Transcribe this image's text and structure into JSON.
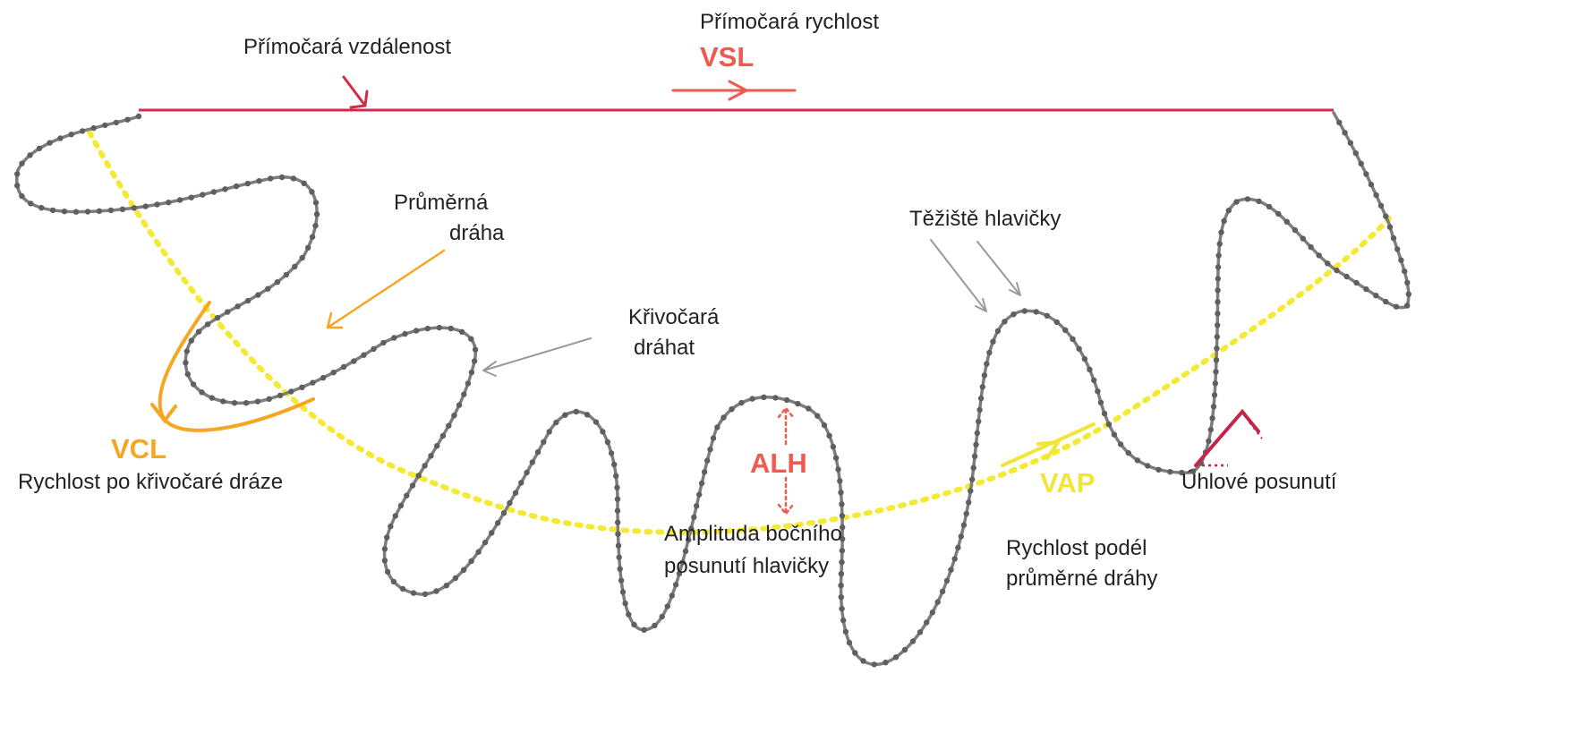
{
  "labels": {
    "vsl_name": "Přímočará vzdálenost",
    "vsl_speed": "Přímočará rychlost",
    "vsl_abbr": "VSL",
    "avg_path_1": "Průměrná",
    "avg_path_2": "dráha",
    "curvi_path_1": "Křivočará",
    "curvi_path_2": "dráhat",
    "head_centroid": "Těžiště hlavičky",
    "vcl_abbr": "VCL",
    "vcl_desc": "Rychlost po křivočaré dráze",
    "alh_abbr": "ALH",
    "alh_desc_1": "Amplituda bočního",
    "alh_desc_2": "posunutí hlavičky",
    "vap_abbr": "VAP",
    "vap_desc_1": "Rychlost podél",
    "vap_desc_2": "průměrné dráhy",
    "angular": "Úhlové posunutí"
  },
  "colors": {
    "straight_line": "#d6294a",
    "vsl_text": "#ee5a4e",
    "vcl": "#f5a623",
    "avg_path": "#f4ea33",
    "vap": "#f2e53a",
    "curvilinear": "#7d7d7d",
    "pointer_gray": "#9a9a9a",
    "angle": "#c2274b",
    "alh": "#ef5b4f"
  }
}
